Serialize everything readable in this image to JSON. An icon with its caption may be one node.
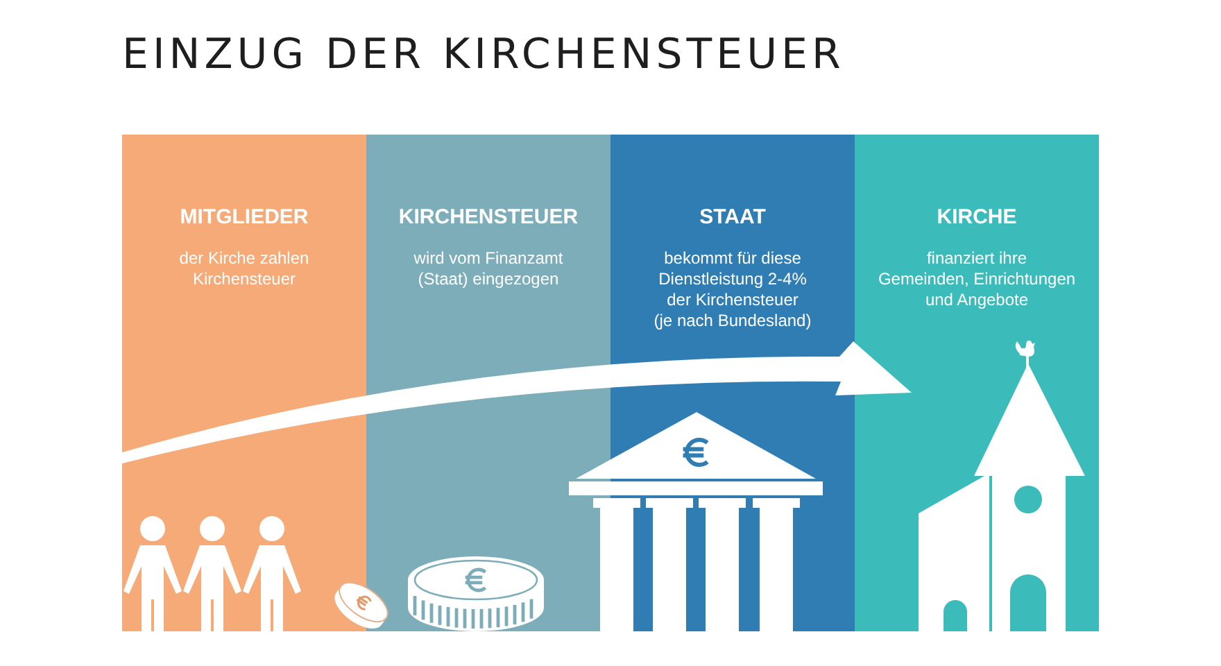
{
  "diagram": {
    "title": "EINZUG DER KIRCHENSTEUER",
    "nodes": [
      {
        "text": [
          "MITGLIEDER",
          "der Kirche zahlen Kirchensteuer"
        ]
      },
      {
        "text": [
          "KIRCHENSTEUER",
          "wird vom Finanzamt (Staat) eingezogen"
        ]
      },
      {
        "text": [
          "STAAT",
          "bekommt für diese Dienstleistung 2-4% der Kirchensteuer (je nach Bundesland)"
        ]
      },
      {
        "text": [
          "KIRCHE",
          "finanziert ihre Gemeinden, Einrichtungen und Angebote"
        ]
      }
    ],
    "edges": [
      {
        "from": 0,
        "to": 3,
        "arrow": "to"
      }
    ]
  }
}
